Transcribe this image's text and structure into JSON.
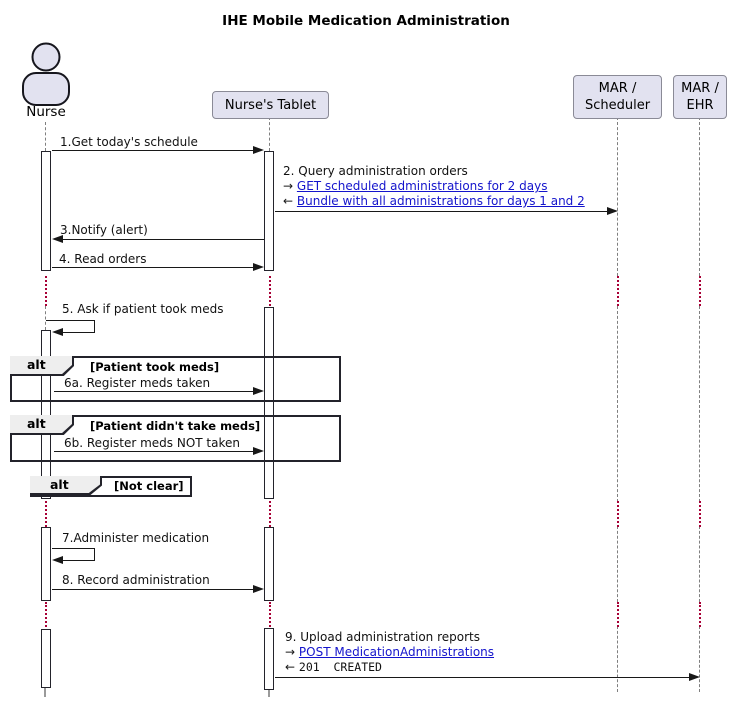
{
  "title": "IHE Mobile Medication Administration",
  "participants": {
    "nurse": {
      "label": "Nurse",
      "type": "actor"
    },
    "tablet": {
      "label": "Nurse's Tablet"
    },
    "scheduler": {
      "label_line1": "MAR /",
      "label_line2": "Scheduler"
    },
    "ehr": {
      "label_line1": "MAR /",
      "label_line2": "EHR"
    }
  },
  "messages": {
    "m1": {
      "label": "1.Get today's schedule",
      "from": "Nurse",
      "to": "Nurse's Tablet"
    },
    "m2": {
      "label": "2. Query administration orders",
      "request_prefix": "→",
      "request_link": "GET scheduled administrations for 2 days",
      "response_prefix": "←",
      "response_link": "Bundle with all administrations for days 1 and 2",
      "from": "Nurse's Tablet",
      "to": "MAR / Scheduler"
    },
    "m3": {
      "label": "3.Notify (alert)",
      "from": "Nurse's Tablet",
      "to": "Nurse"
    },
    "m4": {
      "label": "4. Read orders",
      "from": "Nurse",
      "to": "Nurse's Tablet"
    },
    "m5": {
      "label": "5. Ask if patient took meds",
      "from": "Nurse",
      "to": "Nurse"
    },
    "m6a": {
      "label": "6a. Register meds taken",
      "from": "Nurse",
      "to": "Nurse's Tablet"
    },
    "m6b": {
      "label": "6b. Register meds NOT taken",
      "from": "Nurse",
      "to": "Nurse's Tablet"
    },
    "m7": {
      "label": "7.Administer medication",
      "from": "Nurse",
      "to": "Nurse"
    },
    "m8": {
      "label": "8. Record administration",
      "from": "Nurse",
      "to": "Nurse's Tablet"
    },
    "m9": {
      "label": "9. Upload administration reports",
      "request_prefix": "→",
      "request_link": "POST MedicationAdministrations",
      "response_prefix": "←",
      "response_code": "201  CREATED",
      "from": "Nurse's Tablet",
      "to": "MAR / EHR"
    }
  },
  "frames": {
    "alt1": {
      "keyword": "alt",
      "condition": "[Patient took meds]"
    },
    "alt2": {
      "keyword": "alt",
      "condition": "[Patient didn't take meds]"
    },
    "alt3": {
      "keyword": "alt",
      "condition": "[Not clear]"
    }
  },
  "colors": {
    "participant_fill": "#E2E2F0",
    "participant_border": "#8A8A96",
    "line": "#181818",
    "lifeline": "#7F7F7F",
    "delay_dots": "#A80036",
    "link": "#1414CC",
    "frame_header_fill": "#EEEEEE"
  }
}
